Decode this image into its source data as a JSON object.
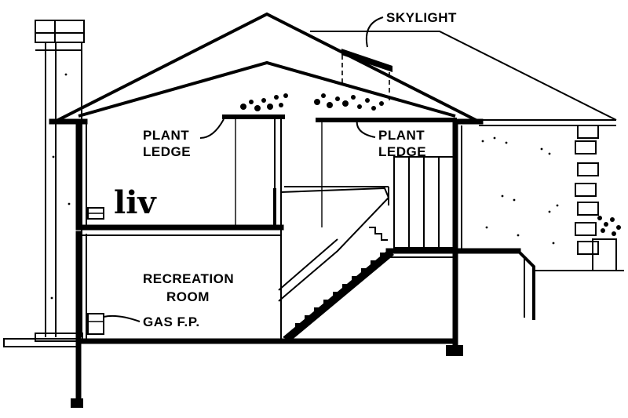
{
  "labels": {
    "skylight": "SKYLIGHT",
    "plant_ledge_left_1": "PLANT",
    "plant_ledge_left_2": "LEDGE",
    "plant_ledge_right_1": "PLANT",
    "plant_ledge_right_2": "LEDGE",
    "liv": "liv",
    "recreation_1": "RECREATION",
    "recreation_2": "ROOM",
    "gas_fp": "GAS F.P."
  }
}
